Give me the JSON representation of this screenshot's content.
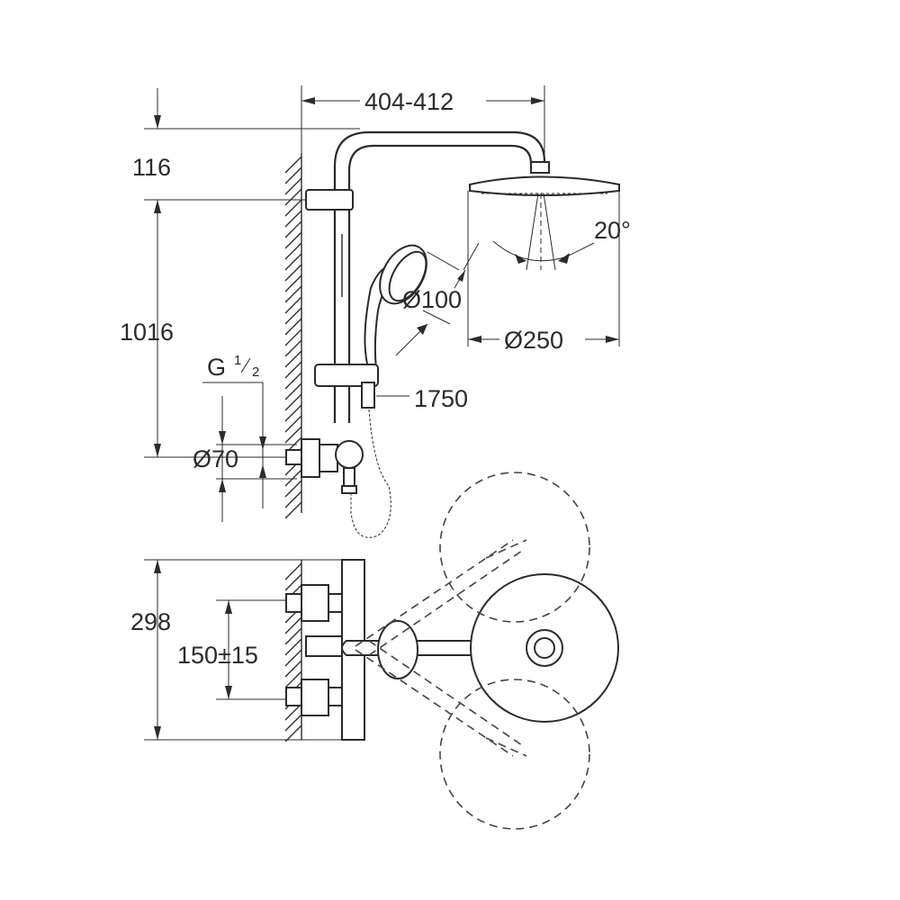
{
  "drawing": {
    "label_width": "404-412",
    "label_top_offset": "116",
    "label_height": "1016",
    "label_thread_main": "G",
    "label_thread_num": "1",
    "label_thread_den": "2",
    "label_pipe_dia": "Ø70",
    "label_hand_dia": "Ø100",
    "label_head_dia": "Ø250",
    "label_angle": "20°",
    "label_hose": "1750",
    "label_depth": "298",
    "label_spacing": "150±15"
  },
  "colors": {
    "line": "#2b2b2b",
    "background": "#ffffff"
  }
}
